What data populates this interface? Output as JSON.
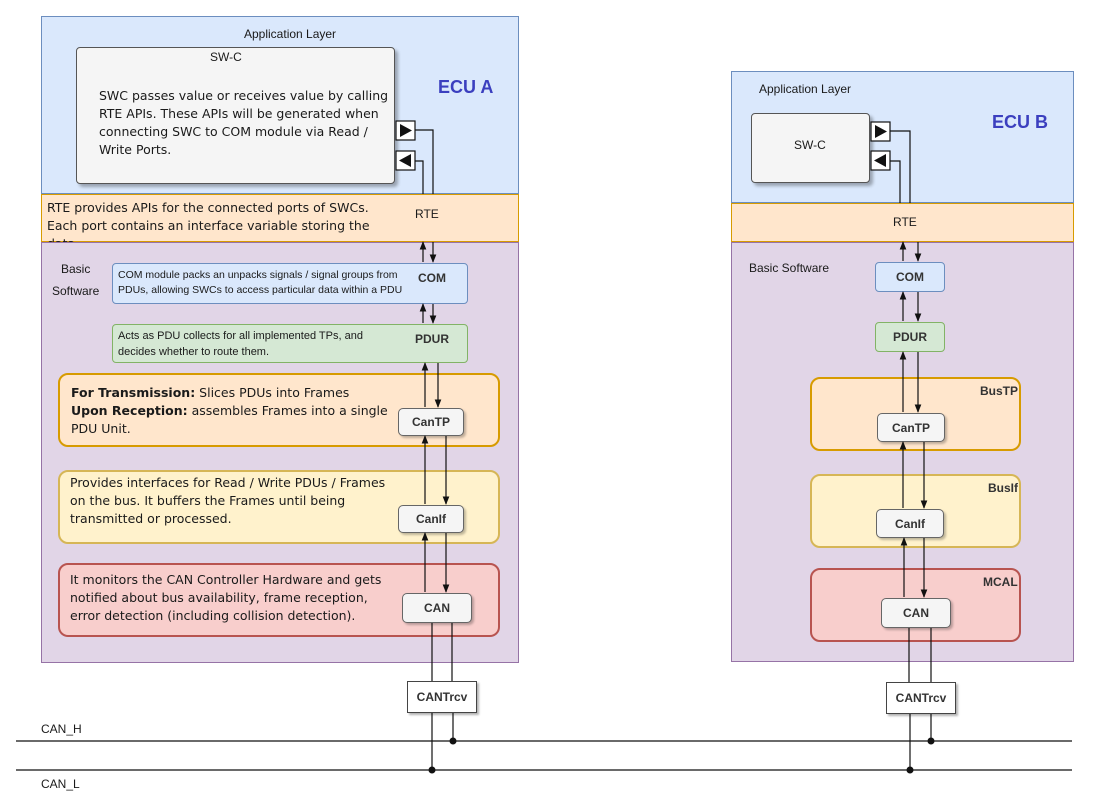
{
  "ecu_a": {
    "name": "ECU A",
    "application_layer": "Application Layer",
    "swc_title": "SW-C",
    "swc_desc": "SWC passes value or receives value by calling RTE APIs. These APIs will be generated when connecting SWC to COM module via Read / Write Ports.",
    "rte_label": "RTE",
    "rte_desc": "RTE provides APIs for the connected ports of SWCs. Each port contains an interface variable storing the data.",
    "bsw_label_line1": "Basic",
    "bsw_label_line2": "Software",
    "com_label": "COM",
    "com_desc": "COM module packs an unpacks signals / signal groups from PDUs, allowing SWCs to access particular data within a PDU",
    "pdur_label": "PDUR",
    "pdur_desc": "Acts as PDU collects for all implemented TPs, and decides whether to route them.",
    "cantp_label": "CanTP",
    "cantp_tx_bold": "For Transmission:",
    "cantp_tx_text": " Slices PDUs into Frames",
    "cantp_rx_bold": "Upon Reception:",
    "cantp_rx_text": " assembles Frames into a single PDU Unit.",
    "canif_label": "CanIf",
    "canif_desc": "Provides interfaces for Read / Write PDUs / Frames on the bus. It buffers the Frames until being transmitted or processed.",
    "can_label": "CAN",
    "can_desc": "It monitors the CAN Controller Hardware and gets notified about bus availability, frame reception, error detection (including collision detection).",
    "trcv_label": "CANTrcv"
  },
  "ecu_b": {
    "name": "ECU B",
    "application_layer": "Application Layer",
    "swc_title": "SW-C",
    "rte_label": "RTE",
    "bsw_label": "Basic Software",
    "com_label": "COM",
    "pdur_label": "PDUR",
    "bustp_label": "BusTP",
    "cantp_label": "CanTP",
    "busif_label": "BusIf",
    "canif_label": "CanIf",
    "mcal_label": "MCAL",
    "can_label": "CAN",
    "trcv_label": "CANTrcv"
  },
  "bus": {
    "can_h": "CAN_H",
    "can_l": "CAN_L"
  },
  "colors": {
    "application": "#dae8fc",
    "rte": "#ffe6cc",
    "basic_software": "#e1d5e7",
    "com": "#dae8fc",
    "pdur": "#d5e8d4",
    "tp_zone": "#ffe6cc",
    "if_zone": "#fff2cc",
    "driver_zone": "#f8cecc",
    "ecu_label": "#3b3fbf"
  }
}
